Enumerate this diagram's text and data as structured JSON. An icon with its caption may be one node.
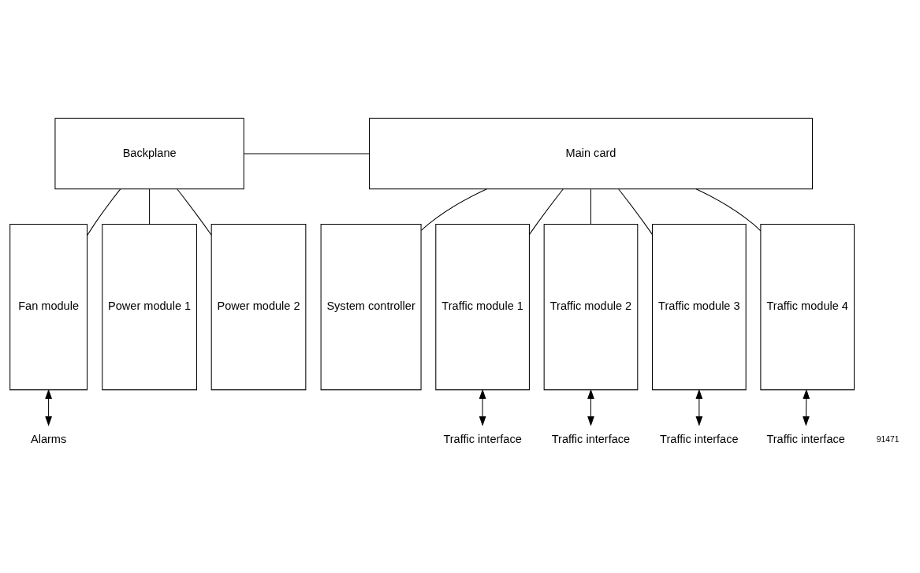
{
  "diagram": {
    "nodes": [
      {
        "text": [
          "Backplane"
        ]
      },
      {
        "text": [
          "Main card"
        ]
      },
      {
        "text": [
          "Fan module"
        ]
      },
      {
        "text": [
          "Power module 1"
        ]
      },
      {
        "text": [
          "Power module 2"
        ]
      },
      {
        "text": [
          "System controller"
        ]
      },
      {
        "text": [
          "Traffic module 1"
        ]
      },
      {
        "text": [
          "Traffic module 2"
        ]
      },
      {
        "text": [
          "Traffic module 3"
        ]
      },
      {
        "text": [
          "Traffic module 4"
        ]
      },
      {
        "text": [
          "Alarms"
        ]
      },
      {
        "text": [
          "Traffic interface"
        ]
      },
      {
        "text": [
          "Traffic interface"
        ]
      },
      {
        "text": [
          "Traffic interface"
        ]
      },
      {
        "text": [
          "Traffic interface"
        ]
      }
    ],
    "edges": [
      {
        "from": 0,
        "to": 1,
        "arrow": "none"
      },
      {
        "from": 0,
        "to": 2,
        "arrow": "none"
      },
      {
        "from": 0,
        "to": 3,
        "arrow": "none"
      },
      {
        "from": 0,
        "to": 4,
        "arrow": "none"
      },
      {
        "from": 1,
        "to": 5,
        "arrow": "none"
      },
      {
        "from": 1,
        "to": 6,
        "arrow": "none"
      },
      {
        "from": 1,
        "to": 7,
        "arrow": "none"
      },
      {
        "from": 1,
        "to": 8,
        "arrow": "none"
      },
      {
        "from": 1,
        "to": 9,
        "arrow": "none"
      },
      {
        "from": 2,
        "to": 10,
        "arrow": "both"
      },
      {
        "from": 6,
        "to": 11,
        "arrow": "both"
      },
      {
        "from": 7,
        "to": 12,
        "arrow": "both"
      },
      {
        "from": 8,
        "to": 13,
        "arrow": "both"
      },
      {
        "from": 9,
        "to": 14,
        "arrow": "both"
      }
    ],
    "labels": [
      "91471"
    ]
  }
}
